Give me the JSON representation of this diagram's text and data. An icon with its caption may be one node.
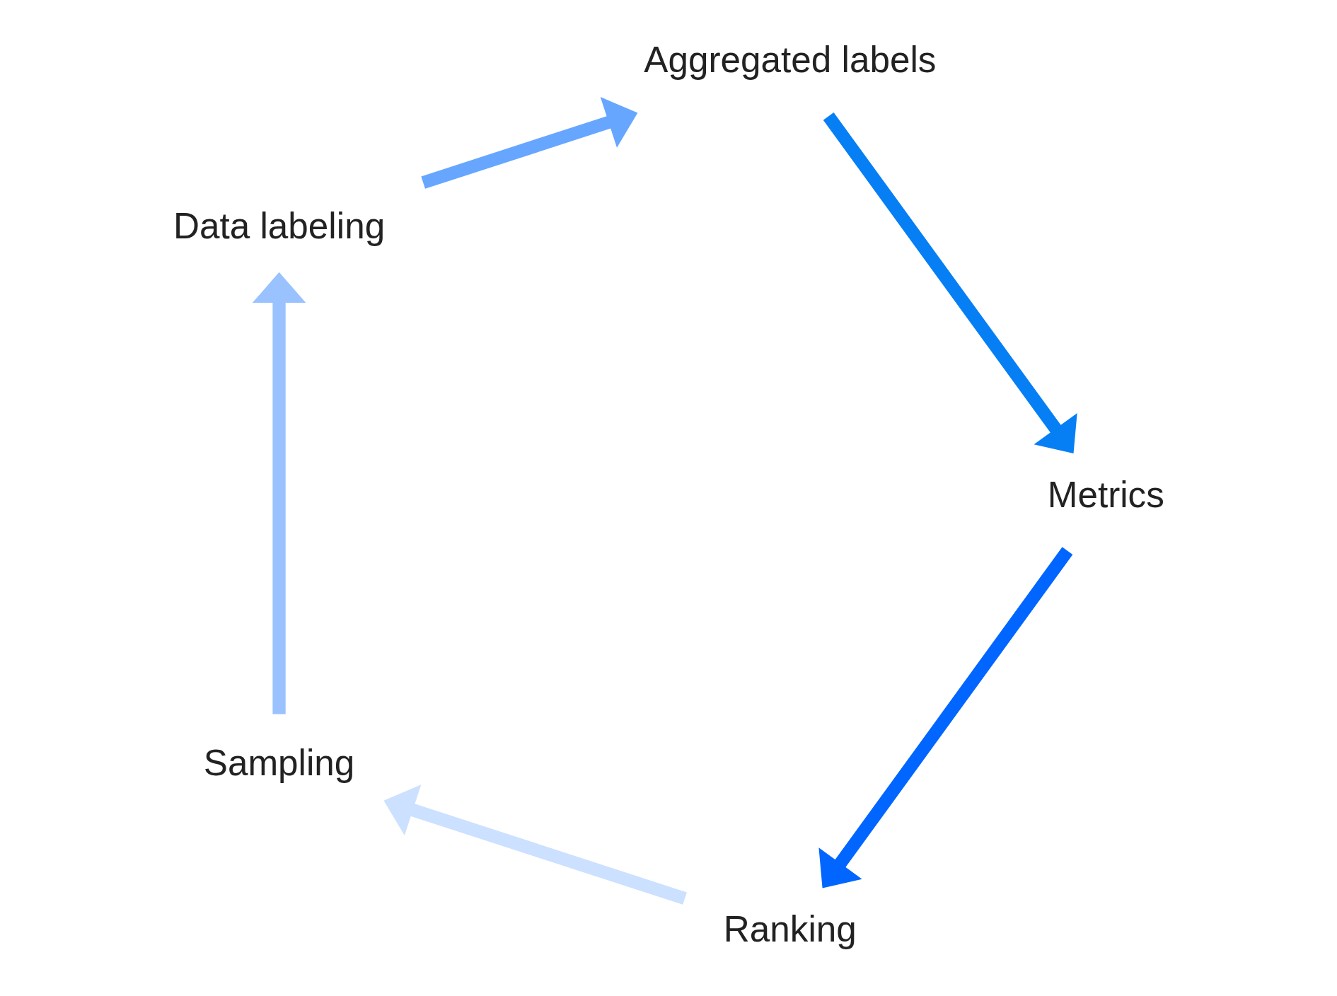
{
  "diagram": {
    "nodes": [
      {
        "text": [
          "Ranking"
        ]
      },
      {
        "text": [
          "Sampling"
        ]
      },
      {
        "text": [
          "Data labeling"
        ]
      },
      {
        "text": [
          "Aggregated labels"
        ]
      },
      {
        "text": [
          "Metrics"
        ]
      }
    ],
    "edges": [
      {
        "from": 0,
        "to": 1,
        "arrow": "to",
        "color": "#cce0ff"
      },
      {
        "from": 1,
        "to": 2,
        "arrow": "to",
        "color": "#99c2ff"
      },
      {
        "from": 2,
        "to": 3,
        "arrow": "to",
        "color": "#66a6ff"
      },
      {
        "from": 3,
        "to": 4,
        "arrow": "to",
        "color": "#067ff5"
      },
      {
        "from": 4,
        "to": 0,
        "arrow": "to",
        "color": "#0066ff"
      }
    ]
  }
}
